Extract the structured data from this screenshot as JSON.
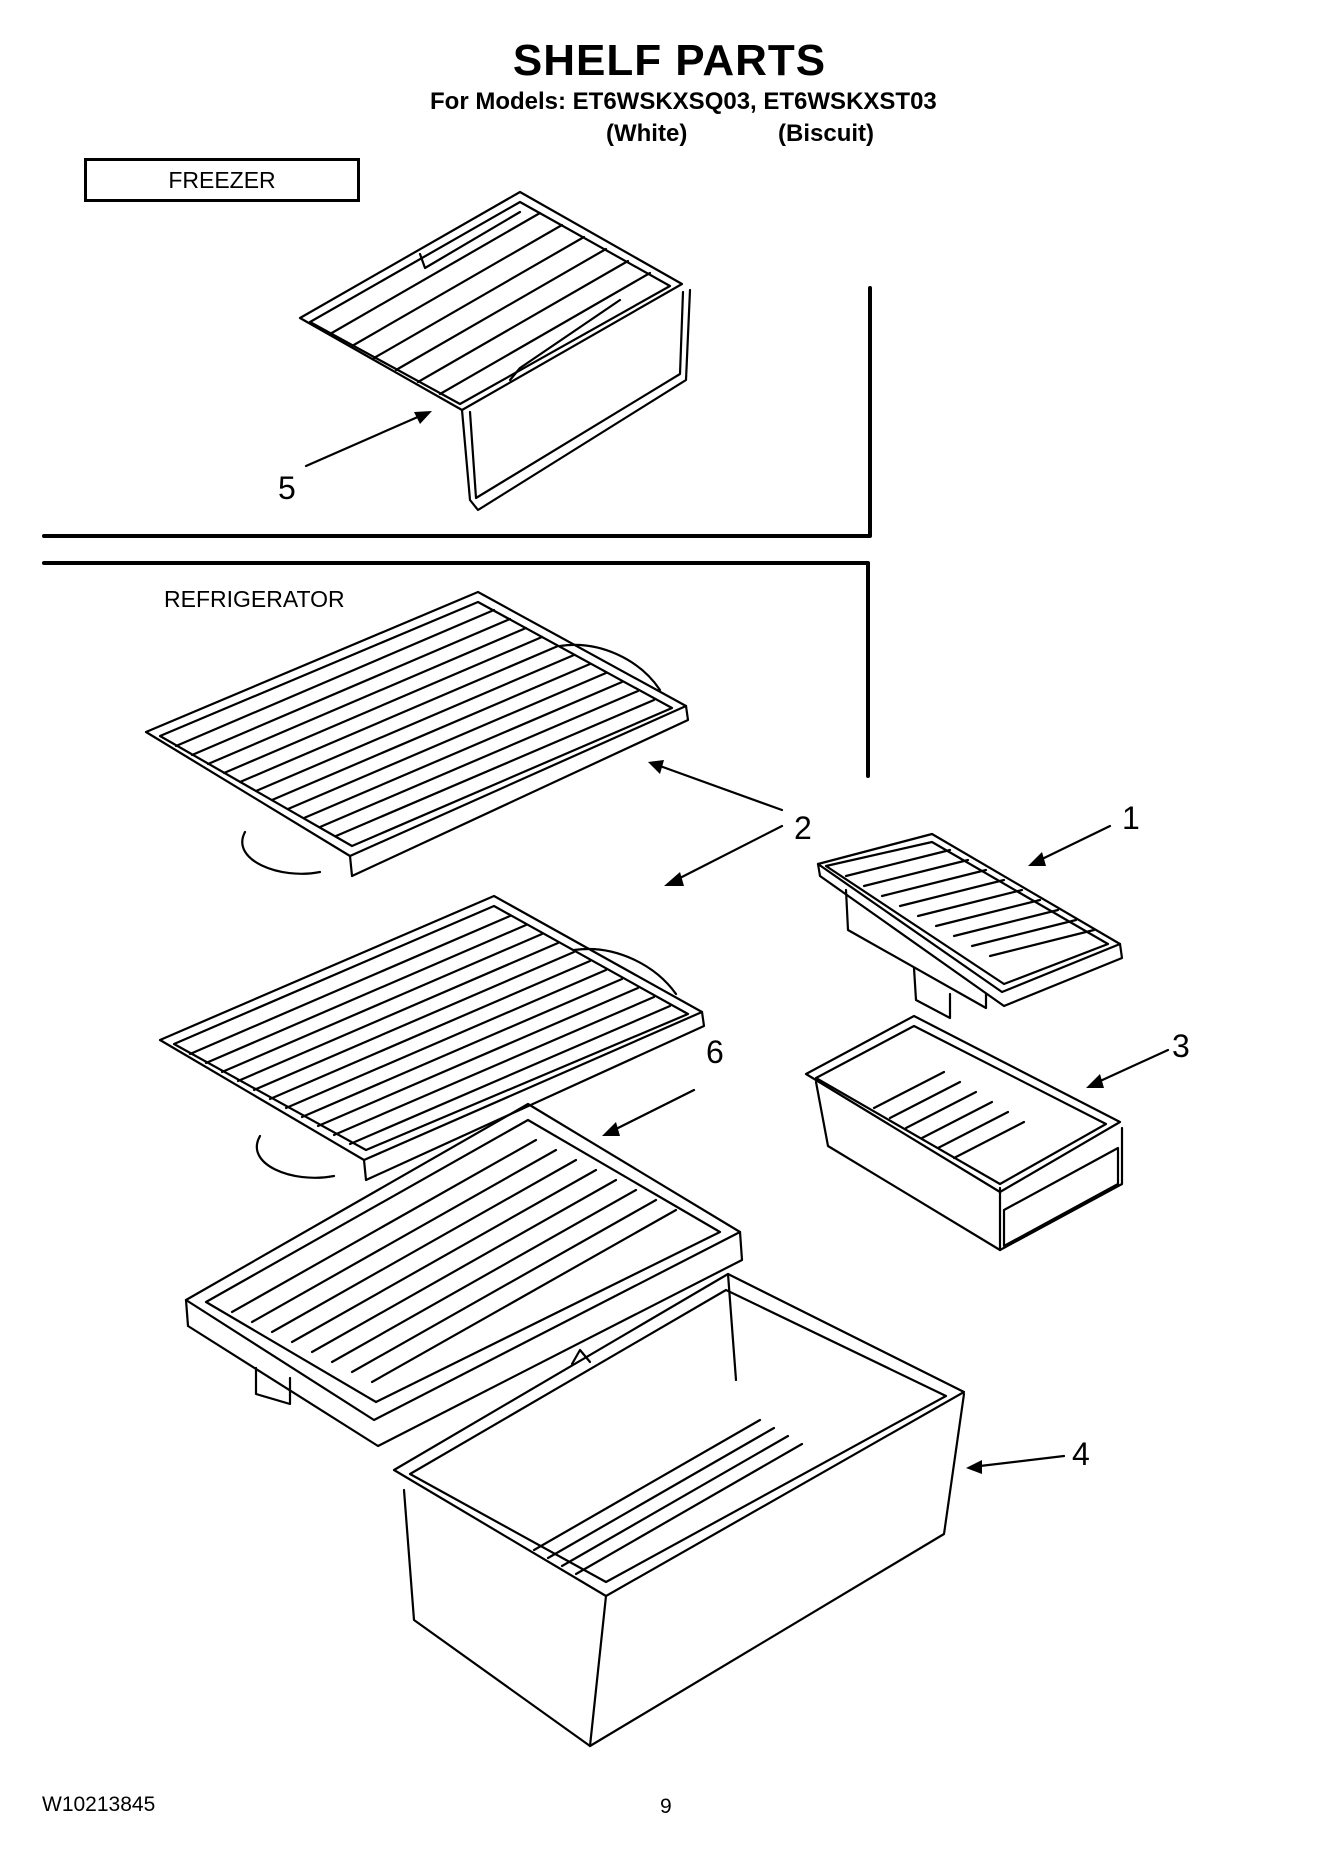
{
  "header": {
    "title": "SHELF PARTS",
    "models_line": "For Models: ET6WSKXSQ03, ET6WSKXST03",
    "color_white": "(White)",
    "color_biscuit": "(Biscuit)"
  },
  "sections": {
    "freezer": "FREEZER",
    "refrigerator": "REFRIGERATOR"
  },
  "callouts": {
    "c1": "1",
    "c2": "2",
    "c3": "3",
    "c4": "4",
    "c5": "5",
    "c6": "6"
  },
  "footer": {
    "doc_number": "W10213845",
    "page_number": "9"
  }
}
